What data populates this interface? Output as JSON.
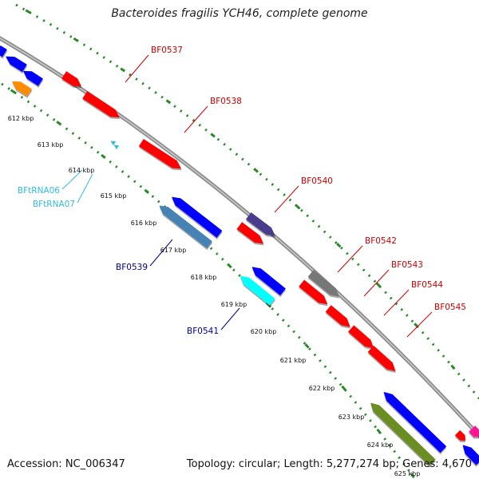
{
  "title": "Bacteroides fragilis YCH46, complete genome",
  "accession": "Accession: NC_006347",
  "topology": "Topology: circular; Length: 5,277,274 bp; Genes: 4,670",
  "colors": {
    "backbone": "#8c8c8c",
    "tick_dots": "#2a8a2a",
    "label_red": "#cc0000",
    "label_navy": "#00008b",
    "label_cyan": "#33bbdd"
  },
  "kbp_labels": [
    "612 kbp",
    "613 kbp",
    "614 kbp",
    "615 kbp",
    "616 kbp",
    "617 kbp",
    "618 kbp",
    "619 kbp",
    "620 kbp",
    "621 kbp",
    "622 kbp",
    "623 kbp",
    "624 kbp",
    "625 kbp"
  ],
  "features": [
    {
      "label": "BF0537",
      "color": "#ff0000",
      "strand": "forward"
    },
    {
      "label": "BF0538",
      "color": "#ff0000",
      "strand": "forward"
    },
    {
      "label": "",
      "color": "#ff0000",
      "strand": "forward"
    },
    {
      "label": "",
      "color": "#4a3c8c",
      "strand": "forward"
    },
    {
      "label": "BF0540",
      "color": "#ff0000",
      "strand": "forward"
    },
    {
      "label": "BF0542",
      "color": "#777777",
      "strand": "forward"
    },
    {
      "label": "BF0543",
      "color": "#ff0000",
      "strand": "forward"
    },
    {
      "label": "BF0544",
      "color": "#ff0000",
      "strand": "forward"
    },
    {
      "label": "BF0545",
      "color": "#ff0000",
      "strand": "forward"
    },
    {
      "label": "",
      "color": "#ff0000",
      "strand": "forward"
    },
    {
      "label": "",
      "color": "#ff0000",
      "strand": "forward"
    },
    {
      "label": "",
      "color": "#ff1493",
      "strand": "forward"
    },
    {
      "label": "",
      "color": "#0000ff",
      "strand": "reverse"
    },
    {
      "label": "",
      "color": "#0000ff",
      "strand": "reverse"
    },
    {
      "label": "",
      "color": "#0000ff",
      "strand": "reverse"
    },
    {
      "label": "",
      "color": "#ff8c00",
      "strand": "reverse"
    },
    {
      "label": "",
      "color": "#0000ff",
      "strand": "reverse"
    },
    {
      "label": "BF0539",
      "color": "#4682b4",
      "strand": "reverse"
    },
    {
      "label": "",
      "color": "#0000ff",
      "strand": "reverse"
    },
    {
      "label": "BF0541",
      "color": "#00ffff",
      "strand": "reverse"
    },
    {
      "label": "",
      "color": "#0000ff",
      "strand": "reverse"
    },
    {
      "label": "",
      "color": "#6b8e23",
      "strand": "reverse"
    },
    {
      "label": "",
      "color": "#0000ff",
      "strand": "reverse"
    }
  ],
  "trnas": [
    {
      "label": "BFtRNA06",
      "color": "#33bbdd"
    },
    {
      "label": "BFtRNA07",
      "color": "#33bbdd"
    }
  ]
}
